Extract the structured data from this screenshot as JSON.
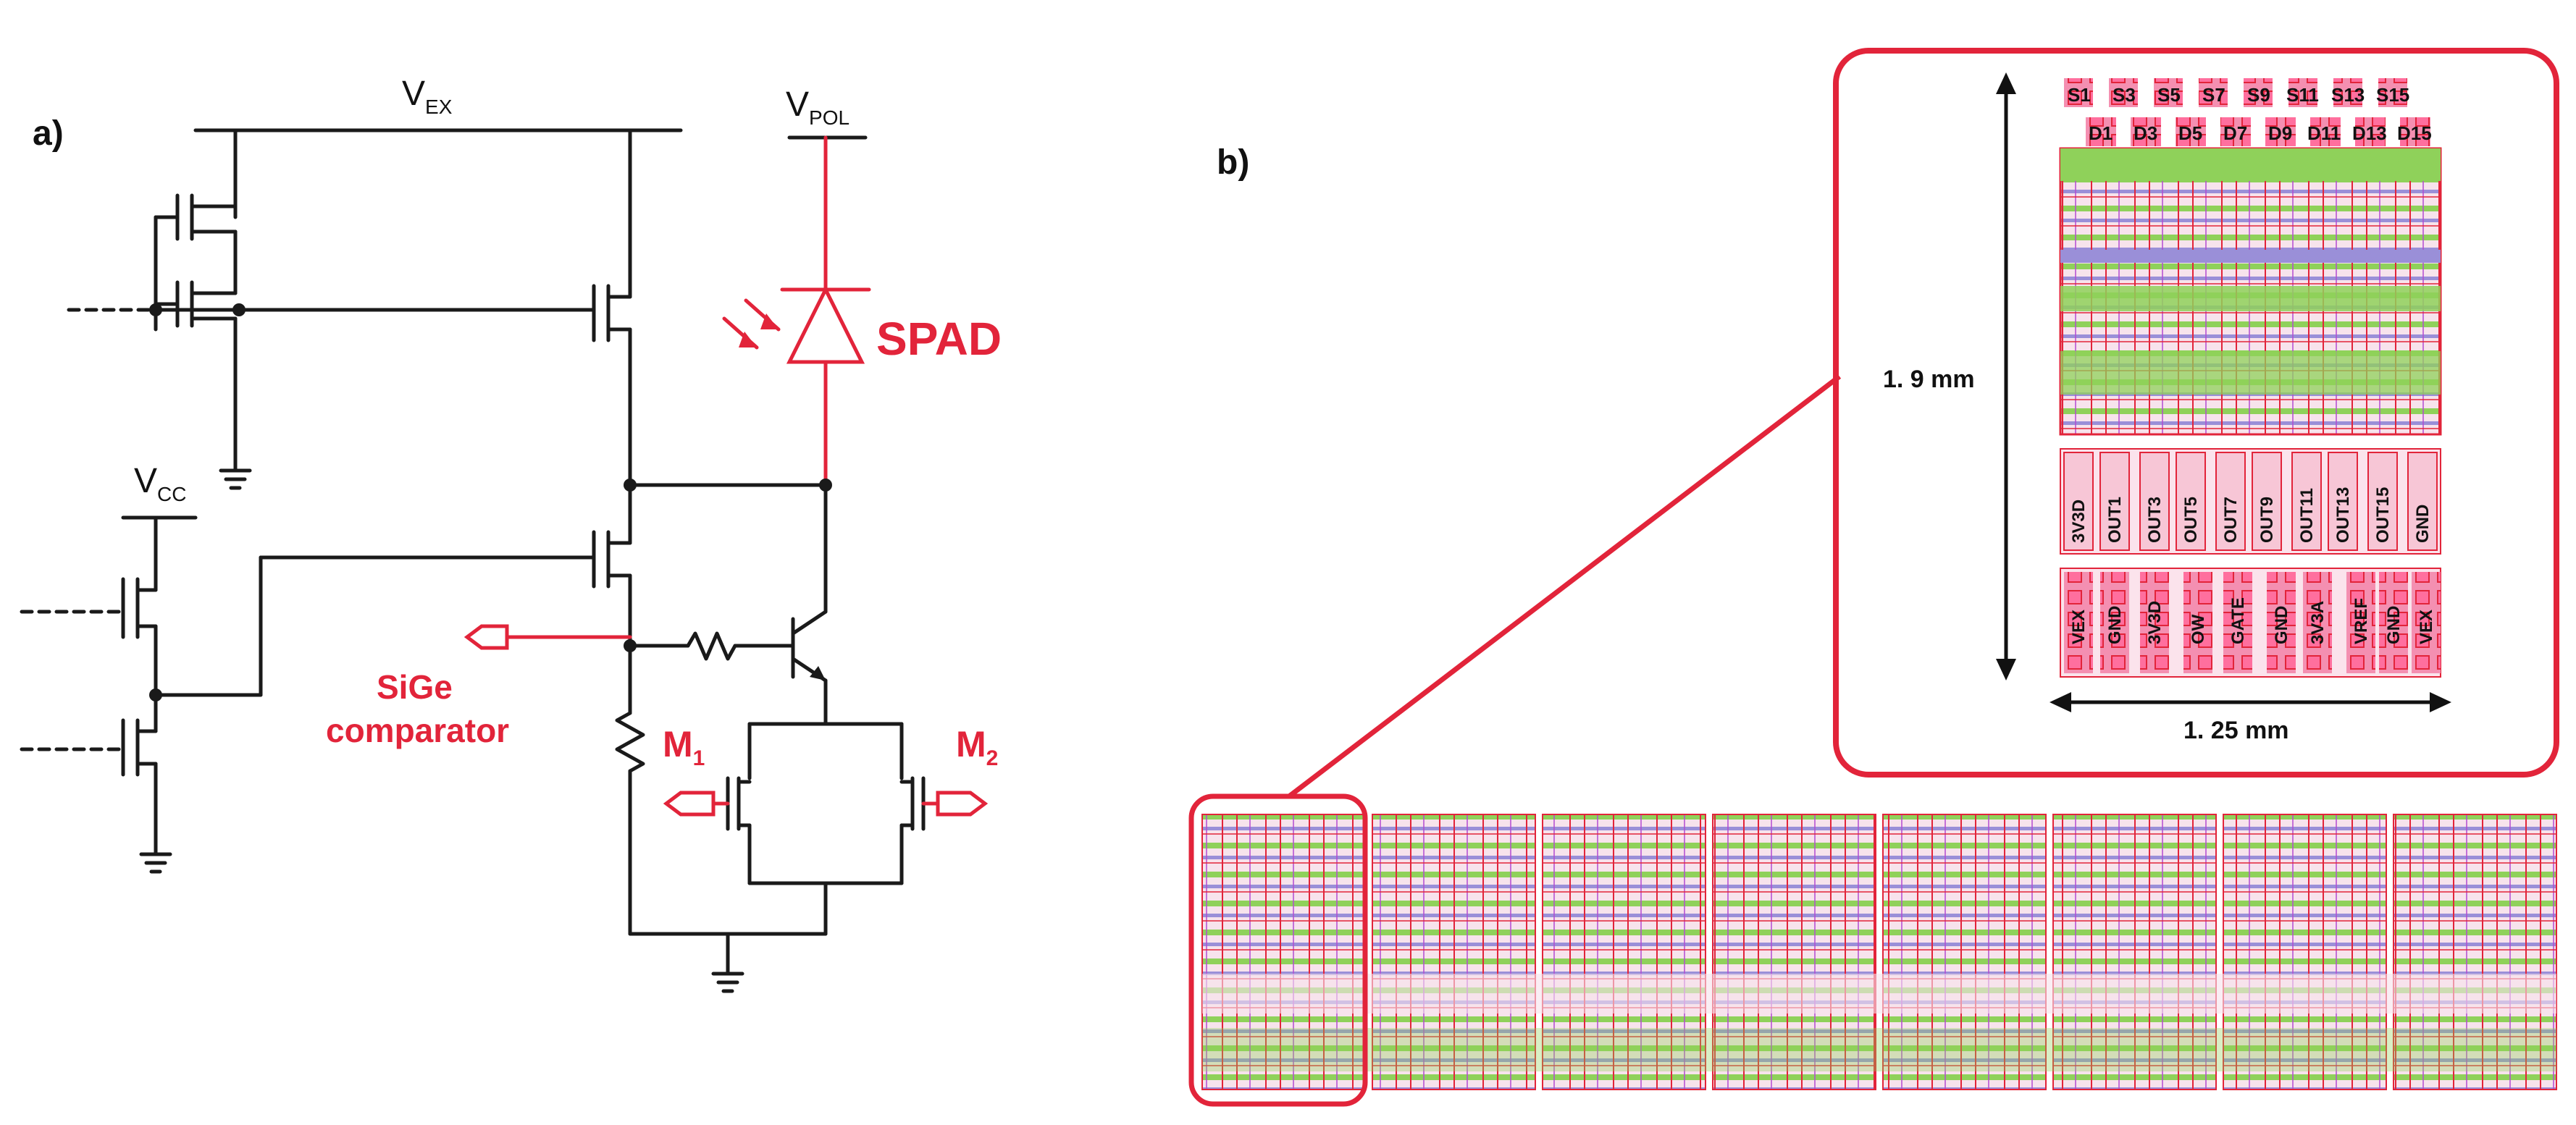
{
  "panel_a": {
    "label": "a)",
    "vex": {
      "main": "V",
      "sub": "EX"
    },
    "vpol": {
      "main": "V",
      "sub": "POL"
    },
    "vcc": {
      "main": "V",
      "sub": "CC"
    },
    "spad": "SPAD",
    "comparator_line1": "SiGe",
    "comparator_line2": "comparator",
    "m1": {
      "main": "M",
      "sub": "1"
    },
    "m2": {
      "main": "M",
      "sub": "2"
    }
  },
  "panel_b": {
    "label": "b)",
    "height_dim": "1. 9 mm",
    "width_dim": "1. 25 mm",
    "top_pads_s": [
      "S1",
      "S3",
      "S5",
      "S7",
      "S9",
      "S11",
      "S13",
      "S15"
    ],
    "top_pads_d": [
      "D1",
      "D3",
      "D5",
      "D7",
      "D9",
      "D11",
      "D13",
      "D15"
    ],
    "mid_pads": [
      "3V3D",
      "OUT1",
      "OUT3",
      "OUT5",
      "OUT7",
      "OUT9",
      "OUT11",
      "OUT13",
      "OUT15",
      "GND"
    ],
    "bottom_pads": [
      "VEX",
      "GND",
      "3V3D",
      "OW",
      "GATE",
      "GND",
      "3V3A",
      "VREF",
      "GND",
      "VEX"
    ],
    "chip_count": 8
  },
  "colors": {
    "accent_red": "#e2243a",
    "wire": "#1a1a1a",
    "layout_green": "#8fd15a",
    "layout_purple": "#9a8fd8",
    "layout_pink": "#f07aa0"
  }
}
